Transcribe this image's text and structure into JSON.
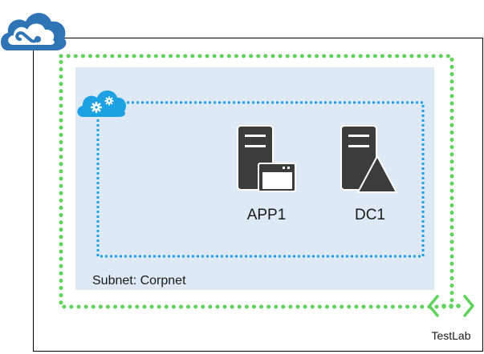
{
  "diagram": {
    "nodes": [
      {
        "id": "app1",
        "label": "APP1",
        "icon": "server-with-window-icon"
      },
      {
        "id": "dc1",
        "label": "DC1",
        "icon": "server-with-triangle-icon"
      }
    ],
    "subnet": {
      "label": "Subnet: Corpnet",
      "icon": "cloud-gears-icon"
    },
    "vnet": {
      "label": "TestLab",
      "icon": "virtual-network-icon"
    },
    "cloud": {
      "icon": "azure-cloud-icon"
    },
    "colors": {
      "vnet_border": "#5fd35b",
      "subnet_border": "#1da1e2",
      "subnet_fill": "#dde9f5",
      "server_body": "#3c3c3c",
      "cloud_blue": "#2f75b5",
      "gear_cloud": "#1da1e2",
      "text": "#1a1a1a"
    }
  }
}
